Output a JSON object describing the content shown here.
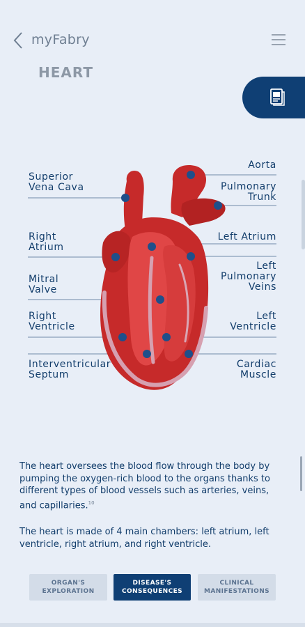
{
  "header": {
    "app_title": "myFabry"
  },
  "page": {
    "title": "HEART"
  },
  "diagram": {
    "labels_left": [
      {
        "key": "superior-vena-cava",
        "lines": [
          "Superior",
          "Vena Cava"
        ]
      },
      {
        "key": "right-atrium",
        "lines": [
          "Right",
          "Atrium"
        ]
      },
      {
        "key": "mitral-valve",
        "lines": [
          "Mitral",
          "Valve"
        ]
      },
      {
        "key": "right-ventricle",
        "lines": [
          "Right",
          "Ventricle"
        ]
      },
      {
        "key": "interventricular-septum",
        "lines": [
          "Interventricular",
          "Septum"
        ]
      }
    ],
    "labels_right": [
      {
        "key": "aorta",
        "lines": [
          "Aorta"
        ]
      },
      {
        "key": "pulmonary-trunk",
        "lines": [
          "Pulmonary",
          "Trunk"
        ]
      },
      {
        "key": "left-atrium",
        "lines": [
          "Left Atrium"
        ]
      },
      {
        "key": "left-pulmonary-veins",
        "lines": [
          "Left",
          "Pulmonary",
          "Veins"
        ]
      },
      {
        "key": "left-ventricle",
        "lines": [
          "Left",
          "Ventricle"
        ]
      },
      {
        "key": "cardiac-muscle",
        "lines": [
          "Cardiac",
          "Muscle"
        ]
      }
    ]
  },
  "content": {
    "paragraph1": "The heart oversees the blood flow through the body by pumping the oxygen-rich blood to the organs thanks to different types of blood vessels such as arteries, veins, and capillaries.",
    "paragraph1_ref": "10",
    "paragraph2": "The heart is made of 4 main chambers: left atrium, left ventricle, right atrium, and right ventricle."
  },
  "tabs": [
    {
      "line1": "ORGAN'S",
      "line2": "EXPLORATION",
      "active": false
    },
    {
      "line1": "DISEASE'S",
      "line2": "CONSEQUENCES",
      "active": true
    },
    {
      "line1": "CLINICAL",
      "line2": "MANIFESTATIONS",
      "active": false
    }
  ],
  "colors": {
    "primary": "#0f3f74",
    "background": "#e8eef7",
    "heart_red": "#c62a2a",
    "marker": "#1f4f8a"
  },
  "icons": {
    "back": "chevron-left-icon",
    "menu": "hamburger-menu-icon",
    "document": "document-icon"
  }
}
